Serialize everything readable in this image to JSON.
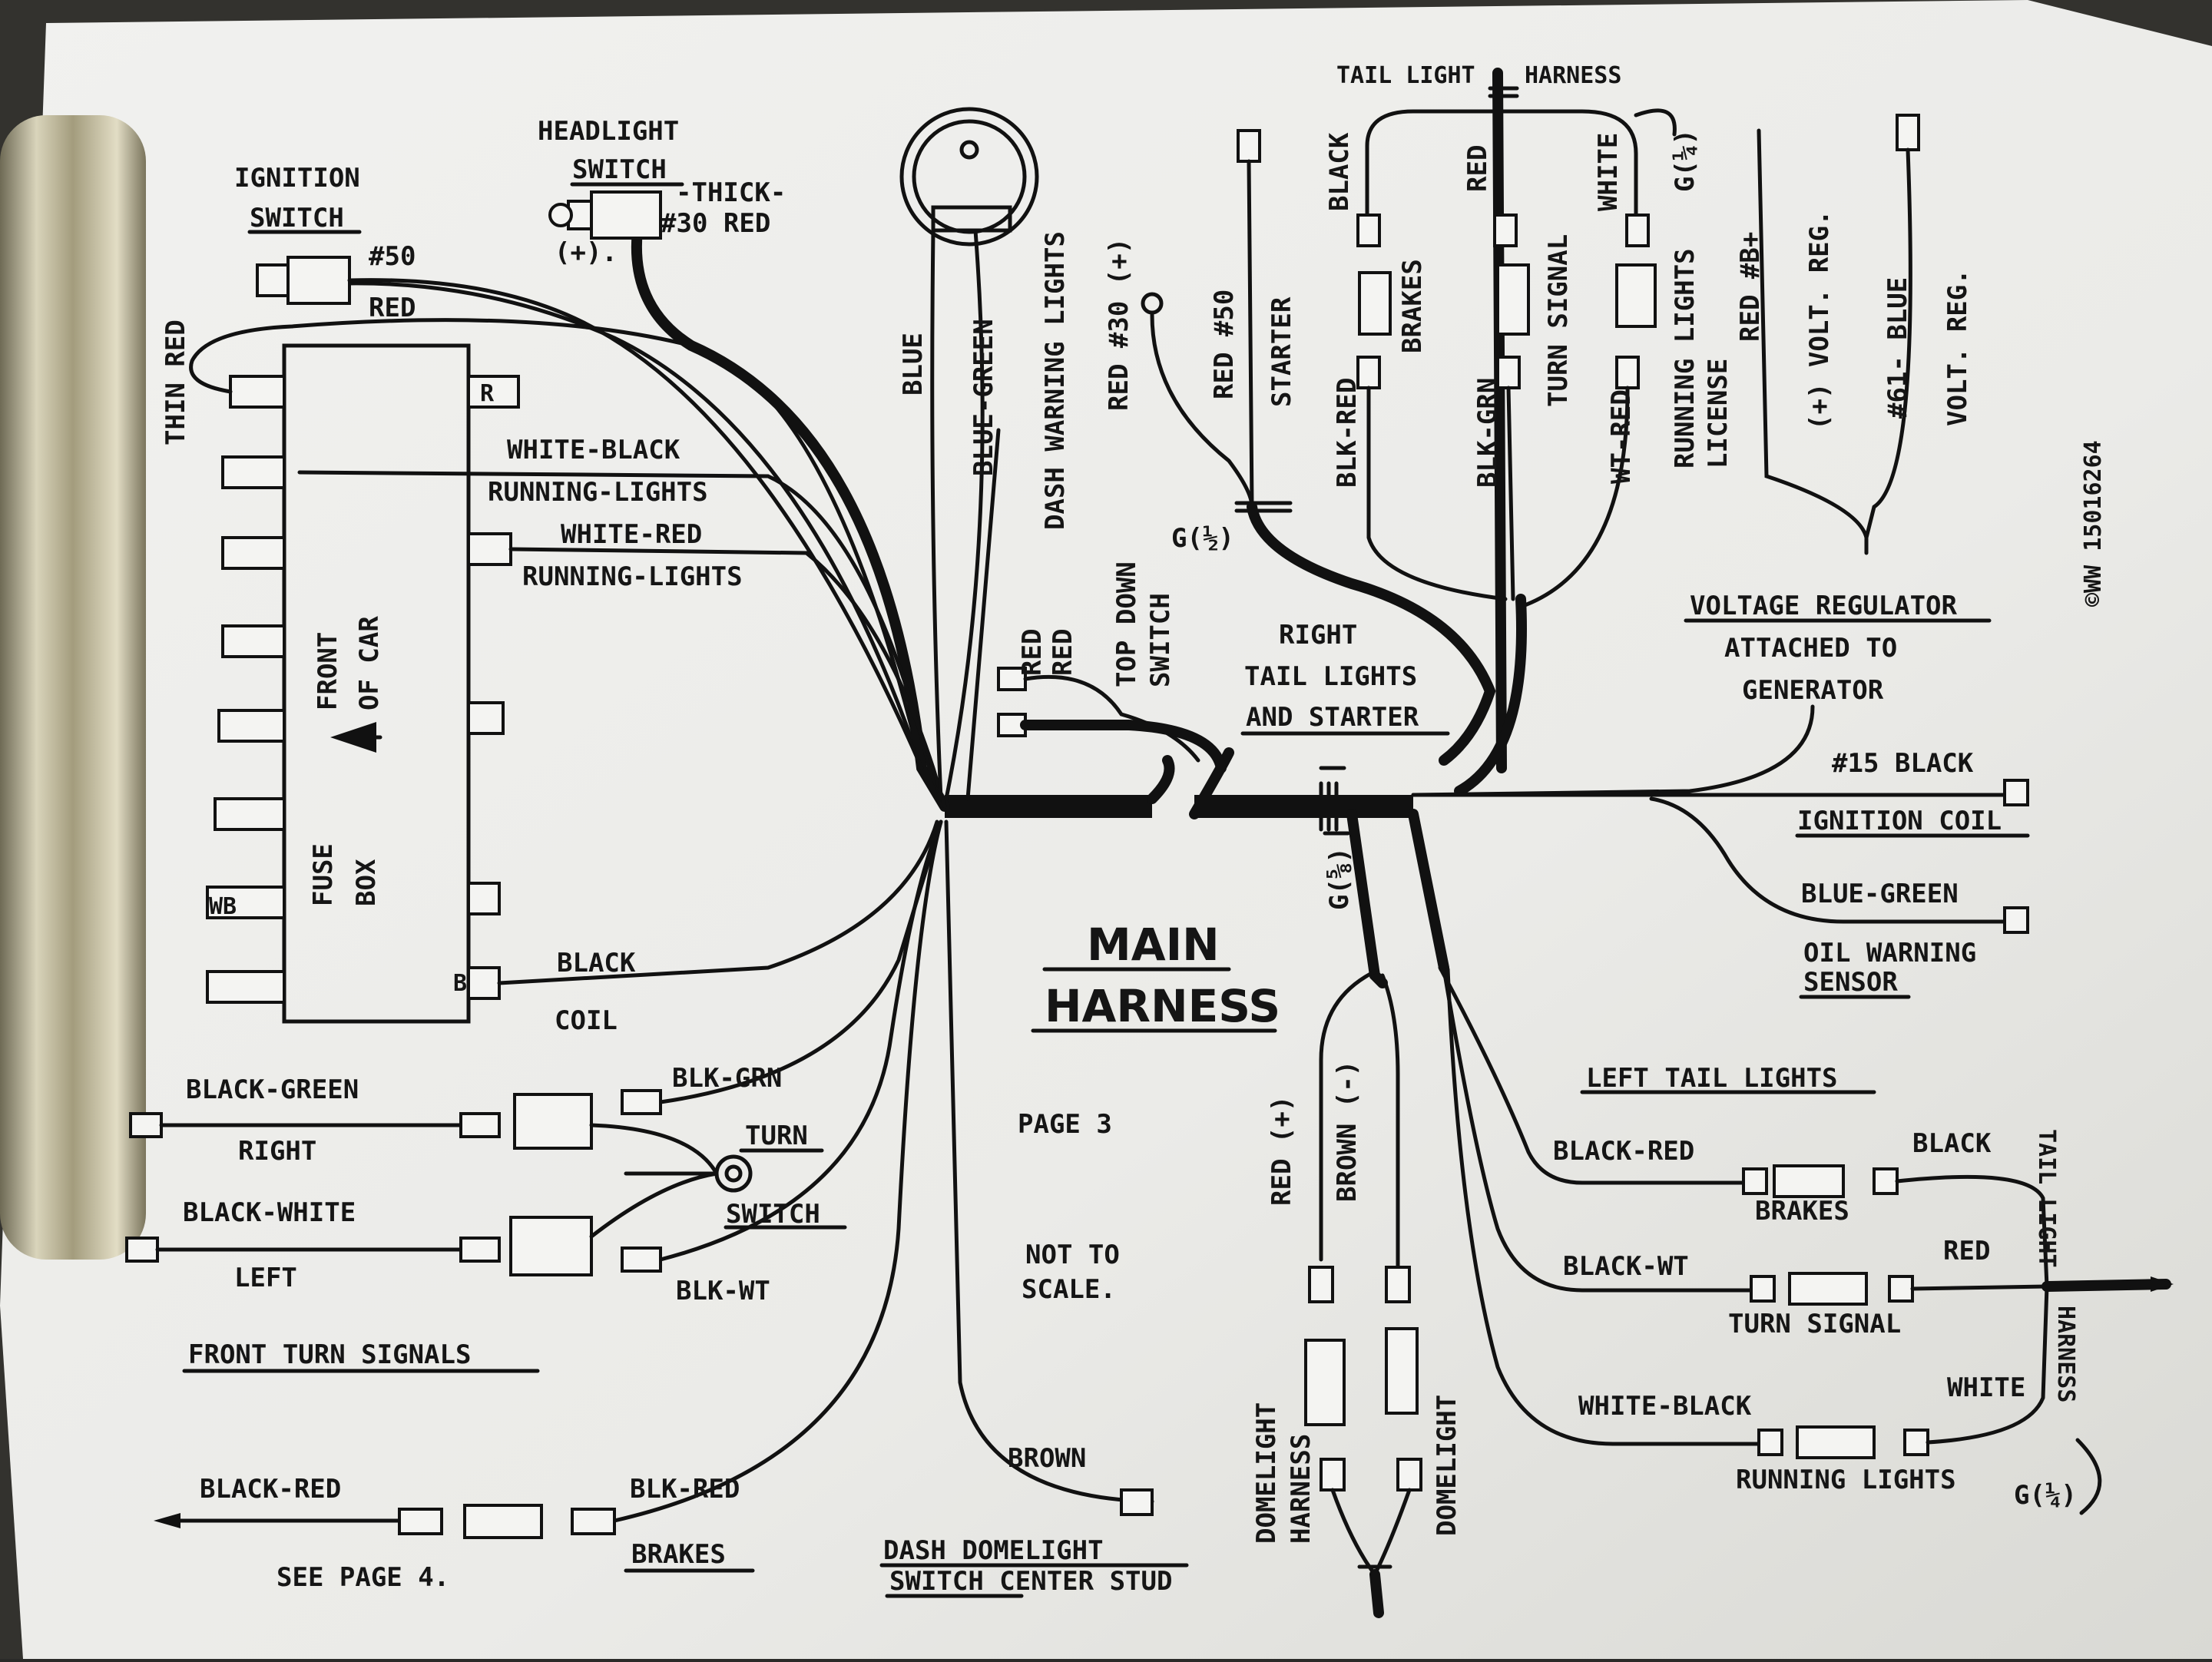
{
  "diagram": {
    "title_line1": "MAIN",
    "title_line2": "HARNESS",
    "page_label": "PAGE 3",
    "scale_line1": "NOT TO",
    "scale_line2": "SCALE.",
    "copyright": "©WW 15016264",
    "see_page": "SEE PAGE 4.",
    "labels": {
      "ignition_switch_1": "IGNITION",
      "ignition_switch_2": "SWITCH",
      "headlight_switch_1": "HEADLIGHT",
      "headlight_switch_2": "SWITCH",
      "thick": "-THICK-",
      "thirty_red": "#30 RED",
      "plus_paren": "(+).",
      "fifty": "#50",
      "red": "RED",
      "thin_red": "THIN RED",
      "white_black": "WHITE-BLACK",
      "running_lights_1": "RUNNING-LIGHTS",
      "white_red": "WHITE-RED",
      "running_lights_2": "RUNNING-LIGHTS",
      "front_of_car_1": "FRONT",
      "front_of_car_2": "OF CAR",
      "fuse": "FUSE",
      "box": "BOX",
      "fuse_r": "R",
      "fuse_wb": "WB",
      "fuse_b": "B",
      "black": "BLACK",
      "coil": "COIL",
      "blue": "BLUE",
      "blue_green": "BLUE-GREEN",
      "dash_warning_lights": "DASH WARNING LIGHTS",
      "red_30_plus": "RED #30 (+)",
      "red_50": "RED #50",
      "starter": "STARTER",
      "g_half": "G(½)",
      "red_red_1": "RED",
      "red_red_2": "RED",
      "top_down_1": "TOP DOWN",
      "top_down_2": "SWITCH",
      "right_tail_1": "RIGHT",
      "right_tail_2": "TAIL LIGHTS",
      "right_tail_3": "AND STARTER",
      "tail_light_harness_a": "TAIL LIGHT",
      "tail_light_harness_b": "HARNESS",
      "black_top": "BLACK",
      "red_top": "RED",
      "white_top": "WHITE",
      "g_quarter_top": "G(¼)",
      "brakes_top": "BRAKES",
      "turn_signal_top": "TURN SIGNAL",
      "running_lights_top": "RUNNING LIGHTS",
      "license": "LICENSE",
      "blk_red_top": "BLK-RED",
      "blk_grn_top": "BLK-GRN",
      "wt_red_top": "WT-RED",
      "red_b_plus": "RED #B+",
      "volt_reg_plus": "(+) VOLT. REG.",
      "blue_61": "#61- BLUE",
      "volt_reg": "VOLT. REG.",
      "voltage_reg_1": "VOLTAGE REGULATOR",
      "voltage_reg_2": "ATTACHED TO",
      "voltage_reg_3": "GENERATOR",
      "fifteen_black": "#15 BLACK",
      "ignition_coil": "IGNITION COIL",
      "blue_green_2": "BLUE-GREEN",
      "oil_warning_1": "OIL WARNING",
      "oil_warning_2": "SENSOR",
      "g_five_eighths": "G(⅝)",
      "black_green": "BLACK-GREEN",
      "right": "RIGHT",
      "blk_grn": "BLK-GRN",
      "turn": "TURN",
      "switch": "SWITCH",
      "black_white": "BLACK-WHITE",
      "left": "LEFT",
      "blk_wt": "BLK-WT",
      "front_turn_signals": "FRONT TURN SIGNALS",
      "black_red_bottom": "BLACK-RED",
      "blk_red_bottom": "BLK-RED",
      "brakes_bottom": "BRAKES",
      "brown": "BROWN",
      "dash_domelight": "DASH DOMELIGHT",
      "switch_center_stud": "SWITCH CENTER STUD",
      "red_plus": "RED (+)",
      "brown_minus": "BROWN (-)",
      "domelight_harness_1": "DOMELIGHT",
      "domelight_harness_2": "HARNESS",
      "domelight": "DOMELIGHT",
      "left_tail_lights": "LEFT TAIL LIGHTS",
      "black_red_l": "BLACK-RED",
      "black_l": "BLACK",
      "brakes_l": "BRAKES",
      "black_wt_l": "BLACK-WT",
      "red_l": "RED",
      "turn_signal_l": "TURN SIGNAL",
      "white_black_l": "WHITE-BLACK",
      "white_l": "WHITE",
      "running_lights_l": "RUNNING LIGHTS",
      "tail_light_v": "TAIL LIGHT",
      "harness_v": "HARNESS",
      "g_quarter_bottom": "G(¼)"
    }
  },
  "colors": {
    "paper": "#efefed",
    "ink": "#111111",
    "roller": "#b5ae8e"
  }
}
